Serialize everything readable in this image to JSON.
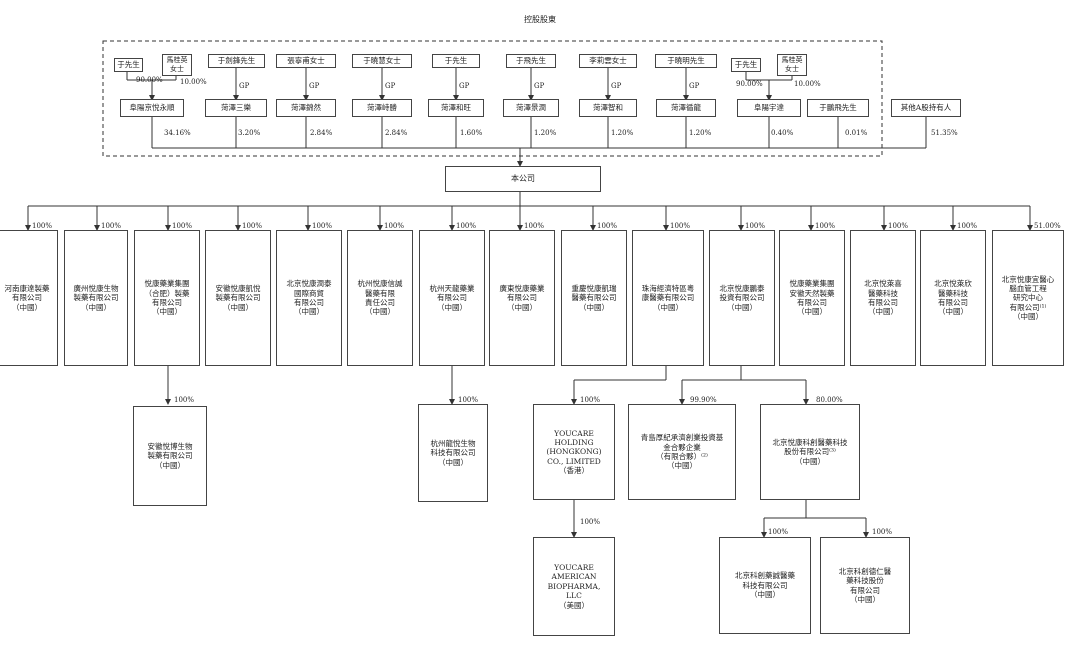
{
  "title": "控股股東",
  "gp_label": "GP",
  "top_boxes": {
    "t1": "于先生",
    "t2": "馬桂英\n女士",
    "t3": "于劍鋒先生",
    "t4": "張寧甫女士",
    "t5": "于曉慧女士",
    "t6": "于先生",
    "t7": "于飛先生",
    "t8": "李莉雲女士",
    "t9": "于曉明先生",
    "t10": "于先生",
    "t11": "馬桂英\n女士"
  },
  "top_pcts": {
    "p1a": "90.00%",
    "p1b": "10.00%",
    "p10a": "90.00%",
    "p10b": "10.00%"
  },
  "second_boxes": {
    "s1": "阜陽京悅永順",
    "s2": "菏澤三樂",
    "s3": "菏澤錦然",
    "s4": "菏澤峙勝",
    "s5": "菏澤和旺",
    "s6": "菏澤景潤",
    "s7": "菏澤智和",
    "s8": "菏澤循龍",
    "s9": "阜陽宇達",
    "s10": "于鵬飛先生",
    "s11": "其他A股持有人"
  },
  "second_pcts": {
    "q1": "34.16%",
    "q2": "3.20%",
    "q3": "2.84%",
    "q4": "2.84%",
    "q5": "1.60%",
    "q6": "1.20%",
    "q7": "1.20%",
    "q8": "1.20%",
    "q9": "0.40%",
    "q10": "0.01%",
    "q11": "51.35%"
  },
  "company": "本公司",
  "subsidiaries": {
    "c1": "河南康達製藥\n有限公司\n（中國）",
    "c2": "廣州悅康生物\n製藥有限公司\n（中國）",
    "c3": "悅康藥業集團\n（合肥）製藥\n有限公司\n（中國）",
    "c4": "安徽悅康凱悅\n製藥有限公司\n（中國）",
    "c5": "北京悅康潤泰\n國際商貿\n有限公司\n（中國）",
    "c6": "杭州悅康信誠\n醫藥有限\n責任公司\n（中國）",
    "c7": "杭州天龍藥業\n有限公司\n（中國）",
    "c8": "廣東悅康藥業\n有限公司\n（中國）",
    "c9": "重慶悅康凱瑞\n醫藥有限公司\n（中國）",
    "c10": "珠海經濟特區粵\n康醫藥有限公司\n（中國）",
    "c11": "北京悅康鵬泰\n投資有限公司\n（中國）",
    "c12": "悅康藥業集團\n安徽天然製藥\n有限公司\n（中國）",
    "c13": "北京悅萊喜\n醫藥科技\n有限公司\n（中國）",
    "c14": "北京悅萊欣\n醫藥科技\n有限公司\n（中國）",
    "c15": "北京悅康宜醫心\n腦血管工程\n研究中心\n有限公司⁽¹⁾\n（中國）"
  },
  "sub_pcts": {
    "r1": "100%",
    "r2": "100%",
    "r3": "100%",
    "r4": "100%",
    "r5": "100%",
    "r6": "100%",
    "r7": "100%",
    "r8": "100%",
    "r9": "100%",
    "r10": "100%",
    "r11": "100%",
    "r12": "100%",
    "r13": "100%",
    "r14": "100%",
    "r15": "51.00%"
  },
  "third": {
    "d1": "安徽悅博生物\n製藥有限公司\n（中國）",
    "d1_pct": "100%",
    "d2": "杭州龍悅生物\n科技有限公司\n（中國）",
    "d2_pct": "100%",
    "d3": "YOUCARE\nHOLDING\n(HONGKONG)\nCO., LIMITED\n（香港）",
    "d3_pct": "100%",
    "d4": "青島厚紀承濟創業投資基\n金合夥企業\n（有限合夥）⁽²⁾\n（中國）",
    "d4_pct": "99.90%",
    "d5": "北京悅康科創醫藥科技\n股份有限公司⁽³⁾\n（中國）",
    "d5_pct": "80.00%"
  },
  "fourth": {
    "e1": "YOUCARE\nAMERICAN\nBIOPHARMA,\nLLC\n（美國）",
    "e1_pct": "100%",
    "e2": "北京科創藥誠醫藥\n科技有限公司\n（中國）",
    "e2_pct": "100%",
    "e3": "北京科創德仁醫\n藥科技股份\n有限公司\n（中國）",
    "e3_pct": "100%"
  }
}
